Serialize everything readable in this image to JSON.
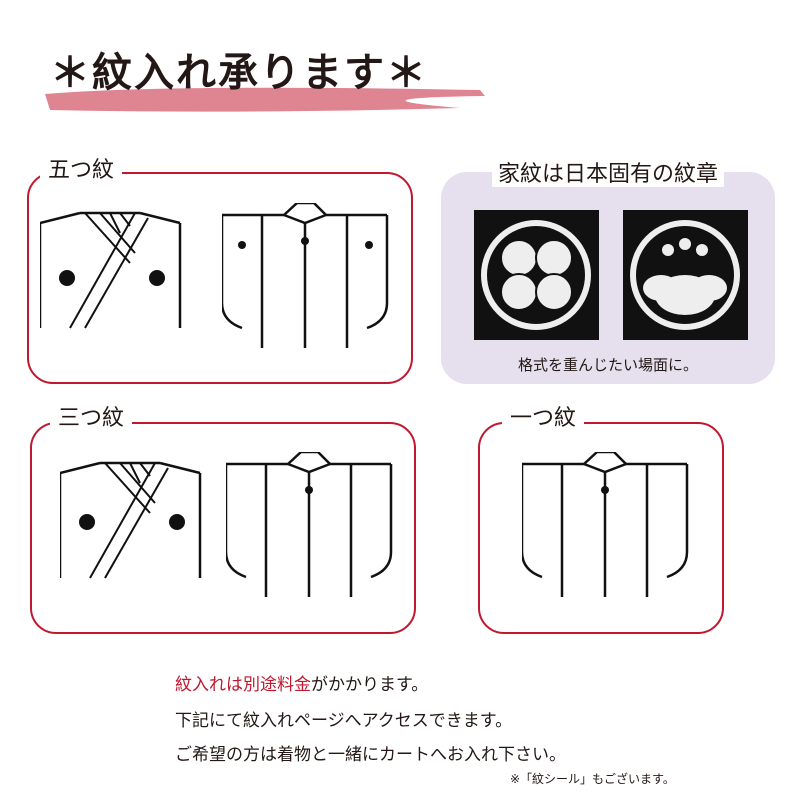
{
  "title": "＊紋入れ承ります＊",
  "colors": {
    "accent": "#c0182e",
    "panel": "#e6e0ee",
    "brush": "#d9707e"
  },
  "sections": {
    "five": {
      "label": "五つ紋"
    },
    "three": {
      "label": "三つ紋"
    },
    "one": {
      "label": "一つ紋"
    }
  },
  "panel": {
    "title": "家紋は日本固有の紋章",
    "caption": "格式を重んじたい場面に。",
    "crests": [
      "crossed-bands-crest-icon",
      "paulownia-crest-icon"
    ]
  },
  "notes": {
    "line1_red": "紋入れは別途料金",
    "line1_rest": "がかかります。",
    "line2": "下記にて紋入れページへアクセスできます。",
    "line3": "ご希望の方は着物と一緒にカートへお入れ下さい。",
    "small": "※「紋シール」もございます。"
  }
}
